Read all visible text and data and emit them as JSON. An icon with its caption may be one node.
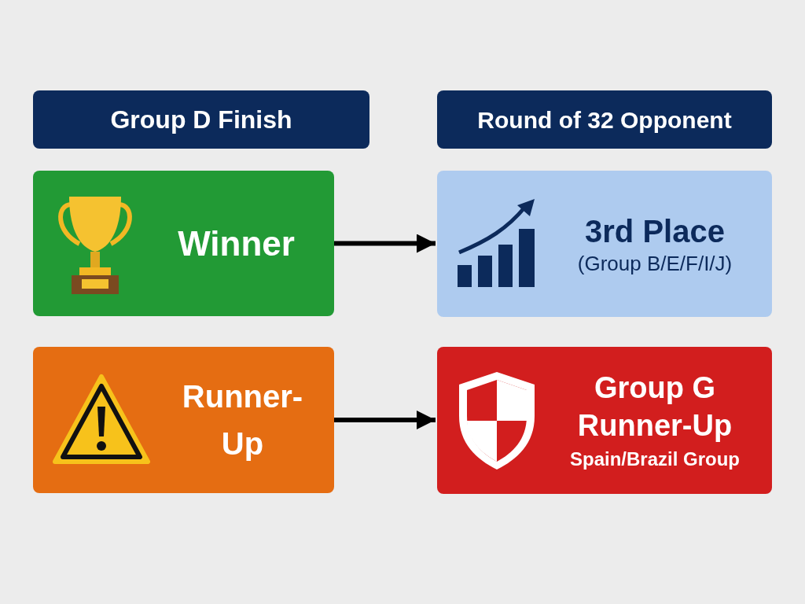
{
  "diagram": {
    "nodes": [
      {
        "text": [
          "Group D Finish"
        ]
      },
      {
        "text": [
          "Round of 32 Opponent"
        ]
      },
      {
        "text": [
          "Winner"
        ]
      },
      {
        "text": [
          "3rd Place",
          "(Group B/E/F/I/J)"
        ]
      },
      {
        "text": [
          "Runner-Up"
        ]
      },
      {
        "text": [
          "Group G Runner-Up",
          "Spain/Brazil Group"
        ]
      }
    ],
    "edges": [
      {
        "from": 2,
        "to": 3,
        "arrow": "to"
      },
      {
        "from": 4,
        "to": 5,
        "arrow": "to"
      }
    ]
  }
}
